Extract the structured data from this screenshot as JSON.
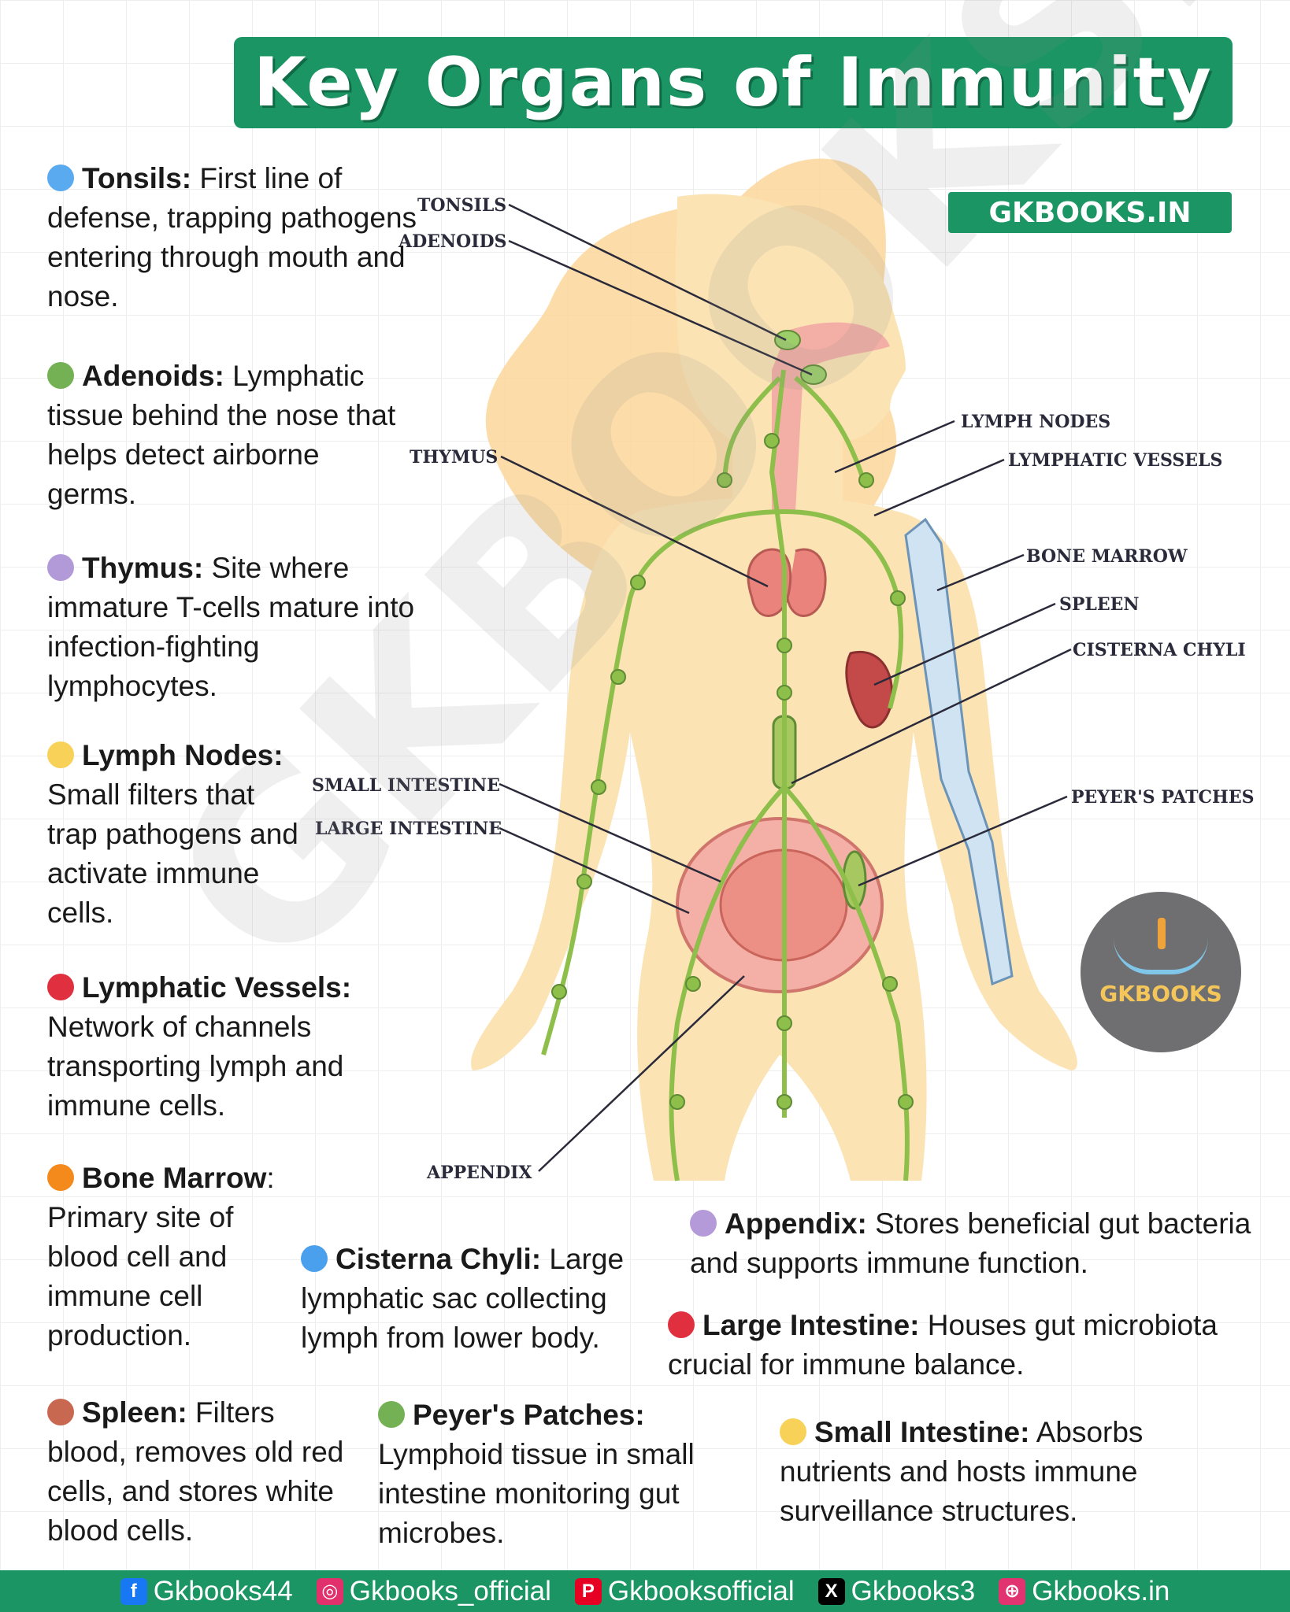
{
  "title": "Key Organs of Immunity",
  "site_badge": "GKBOOKS.IN",
  "logo_text": "GKBOOKS",
  "watermark": "GKBOOKS.IN",
  "callouts": {
    "tonsils": "TONSILS",
    "adenoids": "ADENOIDS",
    "thymus": "THYMUS",
    "lymph_nodes": "LYMPH NODES",
    "lymphatic_vessels": "LYMPHATIC VESSELS",
    "bone_marrow": "BONE MARROW",
    "spleen": "SPLEEN",
    "cisterna_chyli": "CISTERNA CHYLI",
    "small_intestine": "SMALL INTESTINE",
    "large_intestine": "LARGE INTESTINE",
    "peyers_patches": "PEYER'S PATCHES",
    "appendix": "APPENDIX"
  },
  "organs": {
    "tonsils": {
      "name": "Tonsils:",
      "text": "First line of defense, trapping pathogens entering through mouth and nose.",
      "color": "#5aaaf0"
    },
    "adenoids": {
      "name": "Adenoids:",
      "text": "Lymphatic tissue behind the nose that helps detect airborne germs.",
      "color": "#74b054"
    },
    "thymus": {
      "name": "Thymus:",
      "text": "Site where immature T-cells mature into infection-fighting lymphocytes.",
      "color": "#b29ad8"
    },
    "lymph_nodes": {
      "name": "Lymph Nodes:",
      "text": "Small filters that trap pathogens and activate immune cells.",
      "color": "#f8d258"
    },
    "lymphatic_vessels": {
      "name": "Lymphatic Vessels:",
      "text": "Network of channels transporting lymph and immune cells.",
      "color": "#e03040"
    },
    "bone_marrow": {
      "name": "Bone Marrow",
      "text": ": Primary site of blood cell and immune cell production.",
      "color": "#f48a1c"
    },
    "cisterna_chyli": {
      "name": "Cisterna Chyli:",
      "text": "Large lymphatic sac collecting lymph from lower body.",
      "color": "#4aa0ec"
    },
    "appendix": {
      "name": "Appendix:",
      "text": "Stores beneficial gut bacteria and supports immune function.",
      "color": "#b49ad8"
    },
    "large_intestine": {
      "name": "Large Intestine:",
      "text": "Houses gut microbiota crucial for immune balance.",
      "color": "#e03040"
    },
    "spleen": {
      "name": "Spleen:",
      "text": "Filters blood, removes old red cells, and stores white blood cells.",
      "color": "#c86850"
    },
    "peyers_patches": {
      "name": "Peyer's Patches:",
      "text": "Lymphoid tissue in small intestine monitoring gut microbes.",
      "color": "#74b054"
    },
    "small_intestine": {
      "name": "Small Intestine:",
      "text": "Absorbs nutrients and hosts immune surveillance structures.",
      "color": "#f8d258"
    }
  },
  "footer": {
    "facebook": "Gkbooks44",
    "instagram": "Gkbooks_official",
    "pinterest": "Gkbooksofficial",
    "x": "Gkbooks3",
    "web": "Gkbooks.in"
  },
  "colors": {
    "brand_green": "#1a9563",
    "body_skin": "#fbe3b4",
    "hair": "#fbd79a",
    "lymph_green": "#8dbf4a",
    "organ_pink": "#e9837b",
    "bone_blue": "#cfe3f2"
  }
}
